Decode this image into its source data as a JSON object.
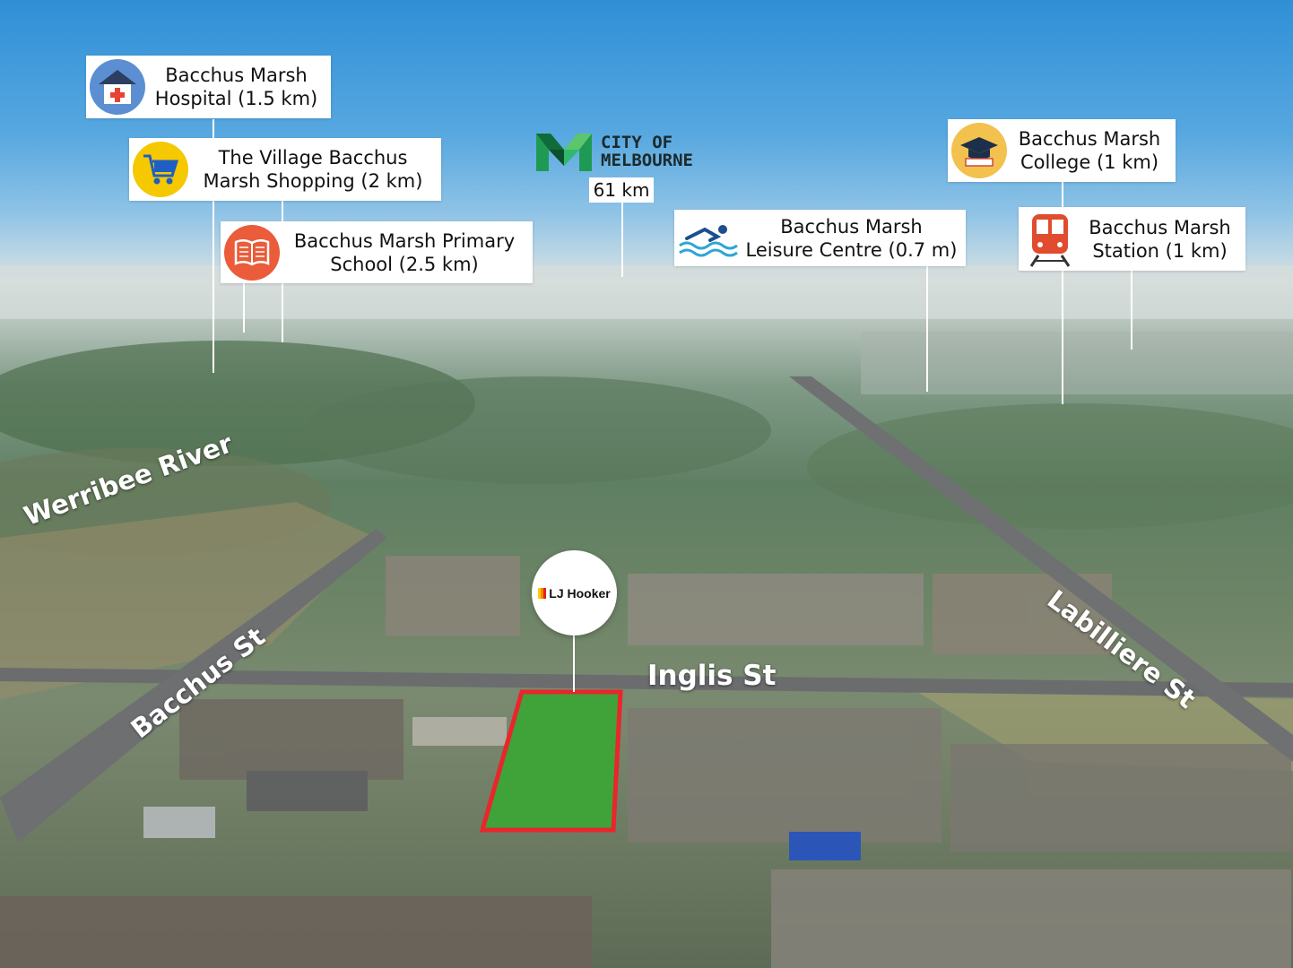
{
  "poi_labels": {
    "hospital": {
      "text": "Bacchus Marsh Hospital (1.5 km)",
      "icon": "hospital-icon"
    },
    "shopping": {
      "text": "The Village Bacchus Marsh Shopping (2 km)",
      "icon": "shopping-cart-icon"
    },
    "school": {
      "text": "Bacchus Marsh Primary School (2.5 km)",
      "icon": "book-icon"
    },
    "melbourne": {
      "wordmark_line1": "CITY OF",
      "wordmark_line2": "MELBOURNE",
      "distance": "61 km",
      "icon": "city-of-melbourne-logo"
    },
    "leisure": {
      "text": "Bacchus Marsh Leisure Centre (0.7 m)",
      "icon": "swimmer-icon"
    },
    "college": {
      "text": "Bacchus Marsh College (1 km)",
      "icon": "graduation-cap-icon"
    },
    "station": {
      "text": "Bacchus Marsh Station (1 km)",
      "icon": "train-icon"
    }
  },
  "road_labels": {
    "werribee": "Werribee River",
    "bacchus_st": "Bacchus St",
    "inglis_st": "Inglis St",
    "labilliere_st": "Labilliere St"
  },
  "agency": {
    "name": "LJ Hooker",
    "icon": "lj-hooker-logo"
  },
  "colors": {
    "lot_fill": "#3fa33a",
    "lot_outline": "#e8262b",
    "sky": "#3b95d8",
    "label_bg": "#ffffff",
    "hospital_icon_bg": "#5b8fd2",
    "shopping_icon_bg": "#f5c800",
    "school_icon_bg": "#ea5c3a",
    "college_icon_bg": "#f2c14e",
    "station_icon_bg": "#e14b2e"
  }
}
